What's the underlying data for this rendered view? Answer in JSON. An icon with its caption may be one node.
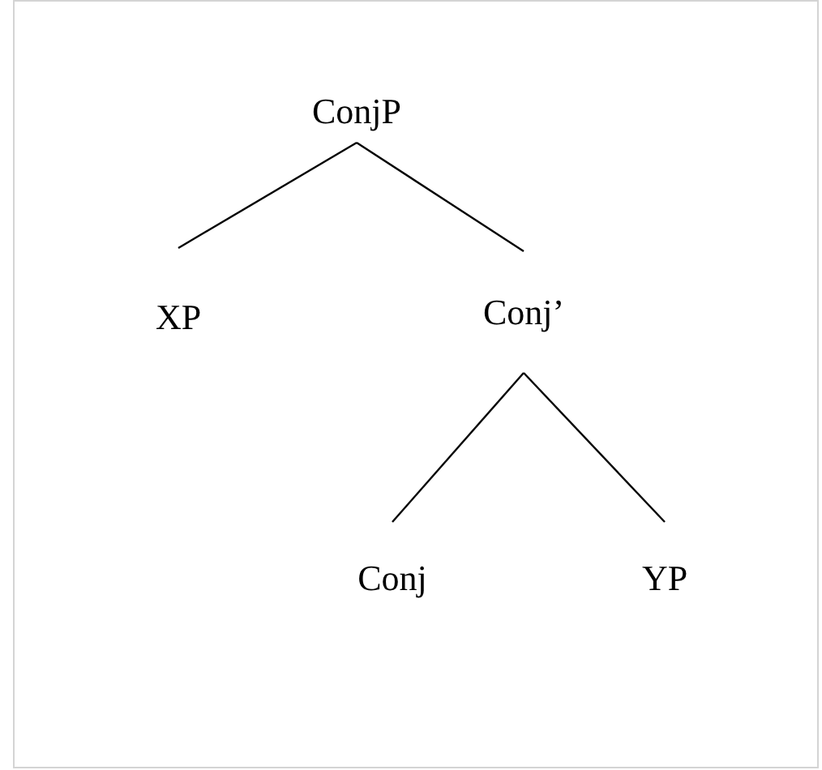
{
  "diagram": {
    "nodes": [
      {
        "text": [
          "ConjP"
        ]
      },
      {
        "text": [
          "XP"
        ]
      },
      {
        "text": [
          "Conj’"
        ]
      },
      {
        "text": [
          "Conj"
        ]
      },
      {
        "text": [
          "YP"
        ]
      }
    ],
    "edges": [
      {
        "from": 0,
        "to": 1,
        "arrow": "none"
      },
      {
        "from": 0,
        "to": 2,
        "arrow": "none"
      },
      {
        "from": 2,
        "to": 3,
        "arrow": "none"
      },
      {
        "from": 2,
        "to": 4,
        "arrow": "none"
      }
    ]
  }
}
